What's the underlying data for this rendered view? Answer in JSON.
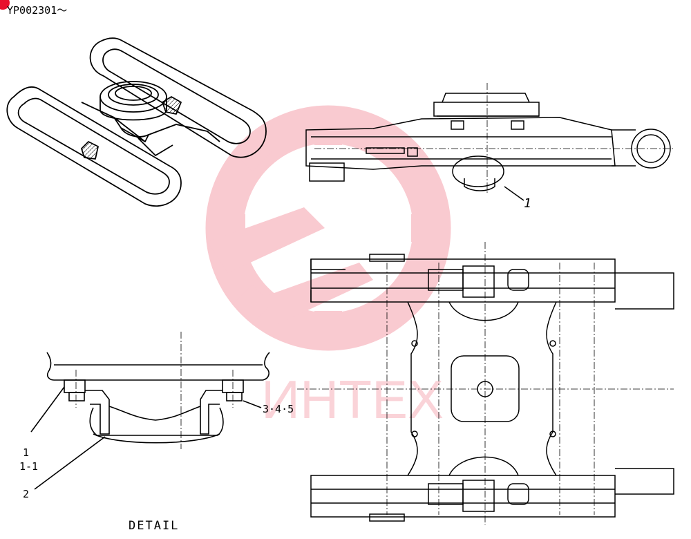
{
  "header": {
    "serial": "YP002301～"
  },
  "callouts": {
    "main_part": "1",
    "detail_1": "1",
    "detail_1_1": "1-1",
    "detail_2": "2",
    "detail_345": "3·4·5"
  },
  "detail_caption": "DETAIL",
  "watermark": {
    "text": "ИНТЕХ",
    "color": "#e8112d"
  }
}
